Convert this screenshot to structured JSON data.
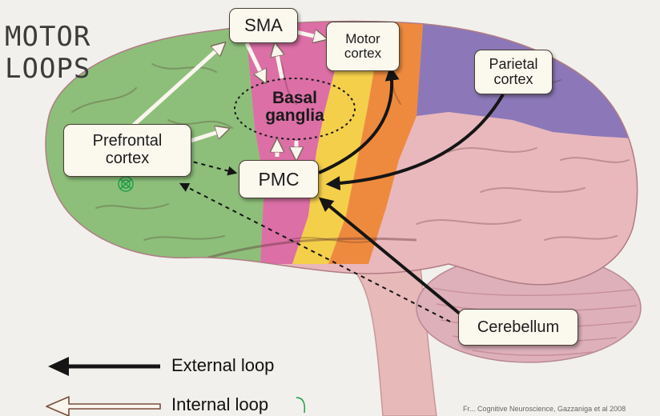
{
  "title": {
    "line1": "MOTOR",
    "line2": "LOOPS"
  },
  "regions": {
    "sma": "SMA",
    "motor_cortex": {
      "line1": "Motor",
      "line2": "cortex"
    },
    "parietal_cortex": {
      "line1": "Parietal",
      "line2": "cortex"
    },
    "prefrontal_cortex": {
      "line1": "Prefrontal",
      "line2": "cortex"
    },
    "pmc": "PMC",
    "basal_ganglia": {
      "line1": "Basal",
      "line2": "ganglia"
    },
    "cerebellum": "Cerebellum"
  },
  "legend": {
    "external_loop": "External loop",
    "internal_loop": "Internal loop"
  },
  "credit": "Fr... Cognitive Neuroscience, Gazzaniga et al 2008",
  "colors": {
    "prefrontal": "#8dbf7a",
    "sma_pmc": "#dc6fa6",
    "motor": "#f4cf4a",
    "somatosensory": "#ee8a3e",
    "parietal": "#8c78b8",
    "temporal_occipital": "#e9b8bd",
    "cerebellum": "#ddb0ba",
    "external_arrow": "#151515",
    "internal_arrow": "#faf6ee"
  }
}
